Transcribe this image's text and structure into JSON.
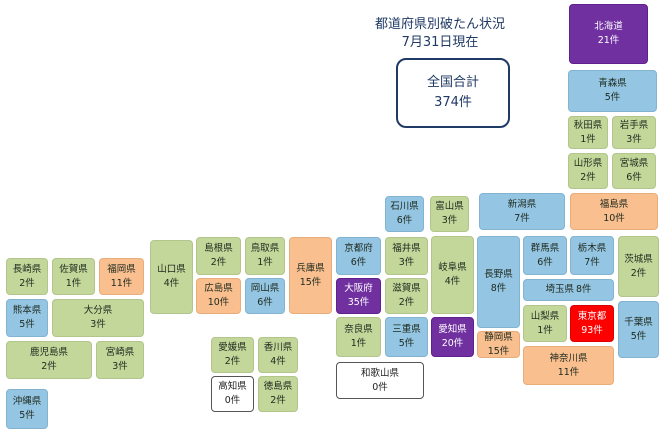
{
  "title_line1": "都道府県別破たん状況",
  "title_line2": "7月31日現在",
  "total": {
    "label": "全国合計",
    "value": "374件"
  },
  "legend_colors": {
    "0-9": "#c4d79b",
    "blue": "#94c5e3",
    "10-19": "#fabf8f",
    "20-39": "#7030a0",
    "80+": "#ff0000",
    "zero": "#ffffff"
  },
  "prefectures": [
    {
      "name": "北海道",
      "count": "21件"
    },
    {
      "name": "青森県",
      "count": "5件"
    },
    {
      "name": "秋田県",
      "count": "1件"
    },
    {
      "name": "岩手県",
      "count": "3件"
    },
    {
      "name": "山形県",
      "count": "2件"
    },
    {
      "name": "宮城県",
      "count": "6件"
    },
    {
      "name": "新潟県",
      "count": "7件"
    },
    {
      "name": "福島県",
      "count": "10件"
    },
    {
      "name": "石川県",
      "count": "6件"
    },
    {
      "name": "富山県",
      "count": "3件"
    },
    {
      "name": "群馬県",
      "count": "6件"
    },
    {
      "name": "栃木県",
      "count": "7件"
    },
    {
      "name": "茨城県",
      "count": "2件"
    },
    {
      "name": "長野県",
      "count": "8件"
    },
    {
      "name": "埼玉県",
      "count": "8件"
    },
    {
      "name": "山梨県",
      "count": "1件"
    },
    {
      "name": "東京都",
      "count": "93件"
    },
    {
      "name": "千葉県",
      "count": "5件"
    },
    {
      "name": "神奈川県",
      "count": "11件"
    },
    {
      "name": "静岡県",
      "count": "15件"
    },
    {
      "name": "愛知県",
      "count": "20件"
    },
    {
      "name": "岐阜県",
      "count": "4件"
    },
    {
      "name": "福井県",
      "count": "3件"
    },
    {
      "name": "滋賀県",
      "count": "2件"
    },
    {
      "name": "三重県",
      "count": "5件"
    },
    {
      "name": "京都府",
      "count": "6件"
    },
    {
      "name": "大阪府",
      "count": "35件"
    },
    {
      "name": "奈良県",
      "count": "1件"
    },
    {
      "name": "和歌山県",
      "count": "0件"
    },
    {
      "name": "兵庫県",
      "count": "15件"
    },
    {
      "name": "鳥取県",
      "count": "1件"
    },
    {
      "name": "島根県",
      "count": "2件"
    },
    {
      "name": "岡山県",
      "count": "6件"
    },
    {
      "name": "広島県",
      "count": "10件"
    },
    {
      "name": "山口県",
      "count": "4件"
    },
    {
      "name": "香川県",
      "count": "4件"
    },
    {
      "name": "愛媛県",
      "count": "2件"
    },
    {
      "name": "徳島県",
      "count": "2件"
    },
    {
      "name": "高知県",
      "count": "0件"
    },
    {
      "name": "福岡県",
      "count": "11件"
    },
    {
      "name": "佐賀県",
      "count": "1件"
    },
    {
      "name": "長崎県",
      "count": "2件"
    },
    {
      "name": "大分県",
      "count": "3件"
    },
    {
      "name": "熊本県",
      "count": "5件"
    },
    {
      "name": "宮崎県",
      "count": "3件"
    },
    {
      "name": "鹿児島県",
      "count": "2件"
    },
    {
      "name": "沖縄県",
      "count": "5件"
    }
  ]
}
